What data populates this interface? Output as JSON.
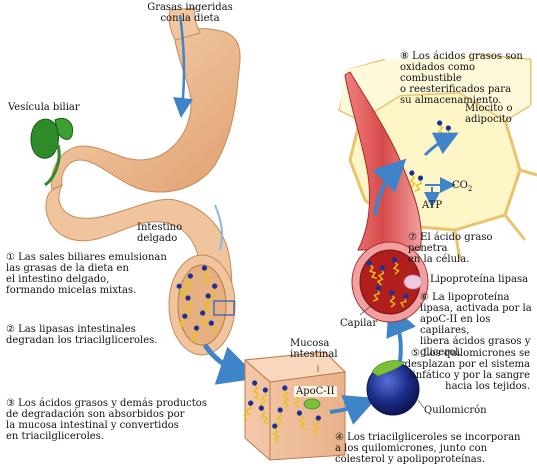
{
  "labels": {
    "dietary_fat": "Grasas ingeridas\ncon la dieta",
    "gallbladder": "Vesícula biliar",
    "small_intestine": "Intestino\ndelgado",
    "intestinal_mucosa": "Mucosa\nintestinal",
    "apoc2": "ApoC-II",
    "chylomicron": "Quilomicrón",
    "capillary": "Capilar",
    "lipoprotein_lipase": "Lipoproteína lipasa",
    "myocyte": "Miocito o\nadipocito",
    "co2": "CO",
    "co2_sub": "2",
    "atp": "ATP"
  },
  "steps": [
    {
      "num": "①",
      "text": "Las sales biliares emulsionan\nlas grasas de la dieta en\nel intestino delgado,\nformando micelas mixtas."
    },
    {
      "num": "②",
      "text": "Las lipasas intestinales\ndegradan los triacilgliceroles."
    },
    {
      "num": "③",
      "text": "Los ácidos grasos y demás productos\nde degradación son absorbidos por\nla mucosa intestinal y convertidos\nen triacilgliceroles."
    },
    {
      "num": "④",
      "text": "Los triacilgliceroles se incorporan\na los quilomicrones, junto con\ncolesterol y apolipoproteínas."
    },
    {
      "num": "⑤",
      "text": "Los quilomicrones se\ndesplazan por el sistema\nlinfático y por la sangre\nhacia los tejidos."
    },
    {
      "num": "⑥",
      "text": "La lipoproteína\nlipasa, activada por la\napoC-II en los capilares,\nlibera ácidos grasos y\nglicerol."
    },
    {
      "num": "⑦",
      "text": "El ácido graso penetra\nen la célula."
    },
    {
      "num": "⑧",
      "text": "Los ácidos grasos son\noxidados como combustible\no reesterificados para\nsu almacenamiento."
    }
  ],
  "colors": {
    "stomach": "#f2c7a0",
    "stomach_shade": "#e0a070",
    "gallbladder": "#2f8a2a",
    "capillary": "#d84a4a",
    "lumen": "#b01e1e",
    "chylomicron": "#1c2e8a",
    "apoc2": "#7bbf3a",
    "cell_fill": "#fff6c8",
    "cell_border": "#e8c46a",
    "arrow": "#3f83c8",
    "fatty_acid": "#e8c21a",
    "head": "#1b2f9a"
  }
}
